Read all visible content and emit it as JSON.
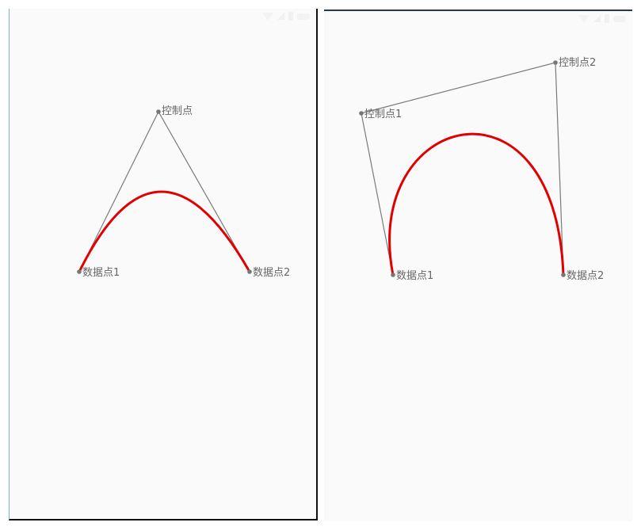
{
  "screens": [
    {
      "id": "quadratic",
      "labels": {
        "start": "数据点1",
        "end": "数据点2",
        "control": "控制点"
      }
    },
    {
      "id": "cubic",
      "labels": {
        "start": "数据点1",
        "end": "数据点2",
        "control1": "控制点1",
        "control2": "控制点2"
      }
    }
  ],
  "colors": {
    "curve": "#e00000",
    "guide": "#7a7a7a",
    "point": "#777777",
    "label": "#666666",
    "background": "#fafafa"
  },
  "icons": [
    "wifi-icon",
    "signal-icon",
    "battery-icon"
  ]
}
